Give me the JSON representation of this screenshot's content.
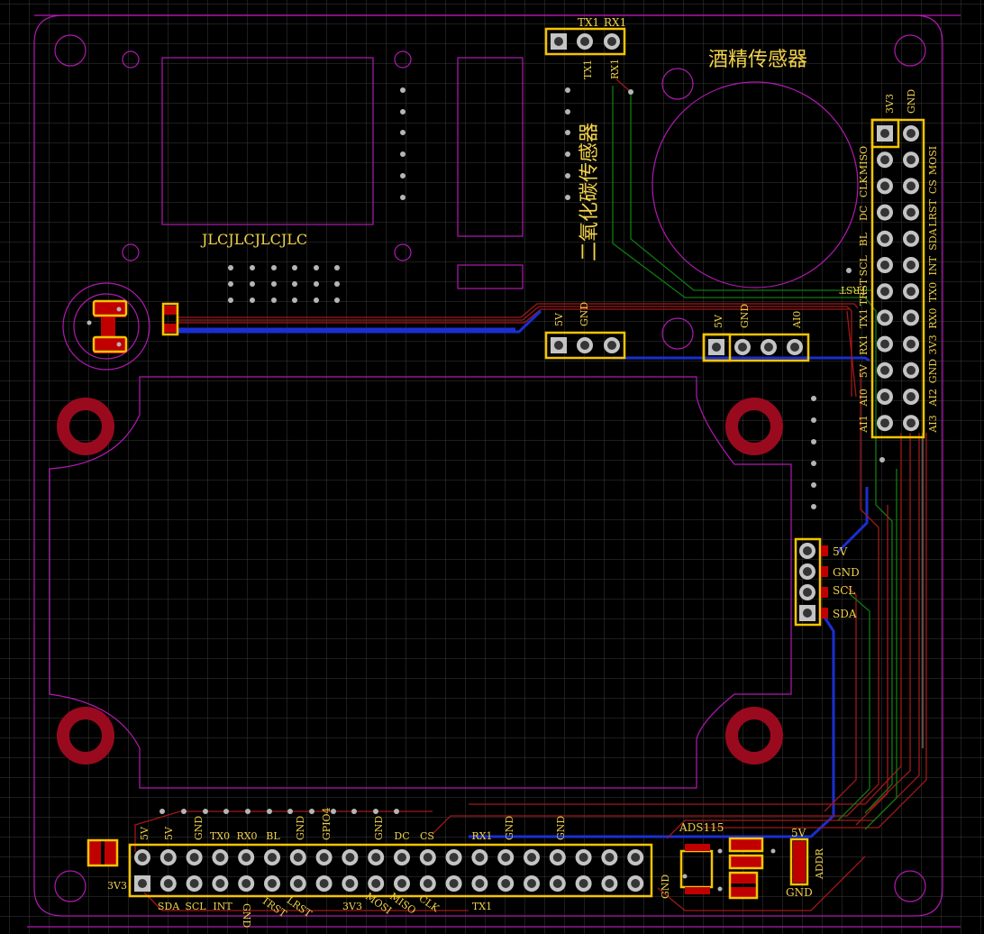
{
  "board": {
    "colors": {
      "background": "#000000",
      "outline": "#b01ab0",
      "silkscreen": "#f2d24a",
      "frame": "#f5c400",
      "copper_top": "#a01818",
      "copper_bottom": "#1a2fd0",
      "inner": "#117a11"
    },
    "title_alcohol": "酒精传感器",
    "title_co2": "二氧化碳传感器",
    "label_jlc": "JLCJLCJLCJLC",
    "ic_label": "ADS115",
    "header_tx": {
      "tx1": "TX1",
      "rx1": "RX1",
      "pin_tx1": "TX1",
      "pin_rx1": "RX1"
    },
    "header_pwr1": {
      "v5": "5V",
      "gnd": "GND"
    },
    "header_pwr2": {
      "v5": "5V",
      "gnd": "GND",
      "ai0": "AI0"
    },
    "header_i2c": {
      "v5": "5V",
      "gnd": "GND",
      "scl": "SCL",
      "sda": "SDA"
    },
    "trst_label": "TRST",
    "right_header": {
      "top_left": "3V3",
      "top_right": "GND",
      "left": [
        "MISO",
        "CLK",
        "DC",
        "BL",
        "SCL",
        "TRST",
        "TX1",
        "RX1",
        "5V",
        "AI0",
        "AI1"
      ],
      "right": [
        "MOSI",
        "CS",
        "LRST",
        "SDA",
        "INT",
        "TX0",
        "RX0",
        "3V3",
        "GND",
        "AI2",
        "AI3"
      ]
    },
    "bottom_header": {
      "top": [
        "5V",
        "5V",
        "GND",
        "TX0",
        "RX0",
        "BL",
        "GND",
        "GPIO4",
        "GND",
        "DC",
        "CS",
        "RX1",
        "GND",
        "GND"
      ],
      "bottom": [
        "3V3",
        "SDA",
        "SCL",
        "INT",
        "GND",
        "TRST",
        "LRST",
        "3V3",
        "MOSI",
        "MISO",
        "CLK",
        "TX1",
        "GND"
      ]
    },
    "addr": {
      "v5": "5V",
      "addr": "ADDR",
      "gnd": "GND"
    }
  }
}
